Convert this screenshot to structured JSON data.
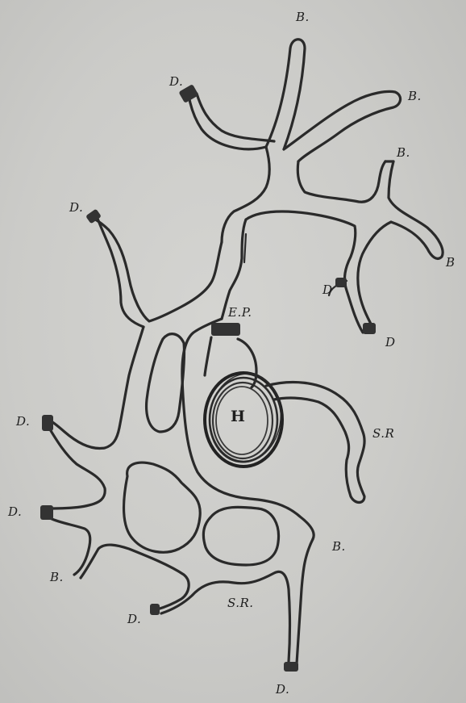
{
  "labels": {
    "b_top": "B.",
    "b_upper_right": "B.",
    "b_right_mid": "B.",
    "b_far_right": "B",
    "d_top_left": "D.",
    "d_left_upper": "D.",
    "d_mid_small": "D",
    "d_right": "D",
    "ep": "E.P.",
    "h": "H",
    "sr_right": "S.R",
    "d_left_mid": "D.",
    "d_left_lower": "D.",
    "b_lower_right": "B.",
    "b_lower_left": "B.",
    "d_bottom_left": "D.",
    "sr_bottom": "S.R.",
    "d_bottom": "D."
  }
}
